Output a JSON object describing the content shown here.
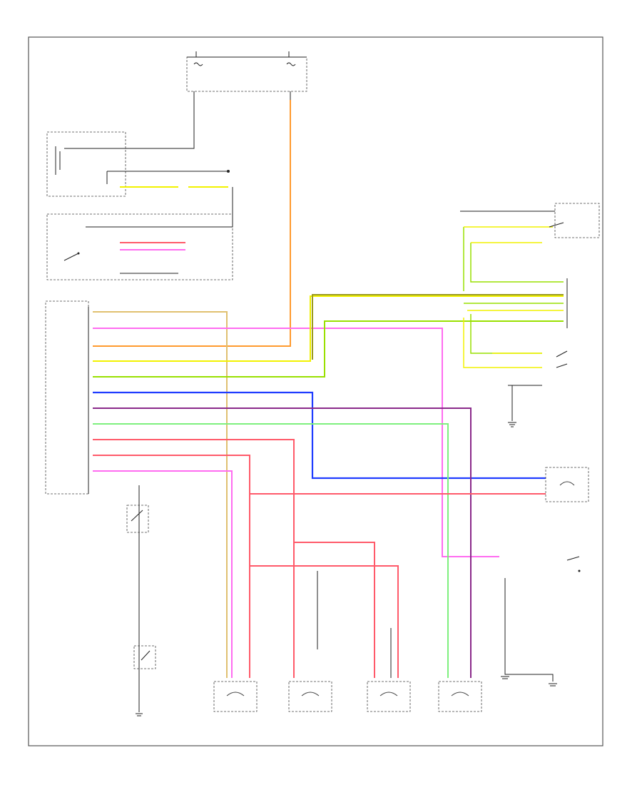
{
  "diagram": {
    "footer_code": "",
    "wire_colors": {
      "orange": "#ff9a2e",
      "pink": "#ff6cf0",
      "red": "#ff5a6a",
      "yellow": "#f2f200",
      "green": "#99e000",
      "olive": "#9a9a20",
      "blue": "#1f3cff",
      "purple": "#8a2a8a",
      "lightgreen": "#7ef07e",
      "tan": "#e0c070",
      "black": "#222222"
    },
    "components": [
      {
        "id": "fuse-box",
        "icon": "fuse-icon"
      },
      {
        "id": "battery",
        "icon": "battery-icon"
      },
      {
        "id": "relay-left",
        "icon": "relay-icon"
      },
      {
        "id": "body-control-module",
        "icon": "module-icon"
      },
      {
        "id": "passenger-door-switch",
        "icon": "switch-icon"
      },
      {
        "id": "ground-lower-left",
        "icon": "ground-icon"
      },
      {
        "id": "rear-door-lock-actuator",
        "icon": "actuator-icon"
      },
      {
        "id": "trunk-switch",
        "icon": "switch-icon"
      },
      {
        "id": "passenger-door-actuator",
        "icon": "actuator-icon"
      },
      {
        "id": "right-rear-door-actuator",
        "icon": "actuator-icon"
      },
      {
        "id": "left-rear-door-actuator",
        "icon": "actuator-icon"
      },
      {
        "id": "fuel-lid-actuator",
        "icon": "actuator-icon"
      },
      {
        "id": "ground-lower-right",
        "icon": "ground-icon"
      }
    ]
  }
}
